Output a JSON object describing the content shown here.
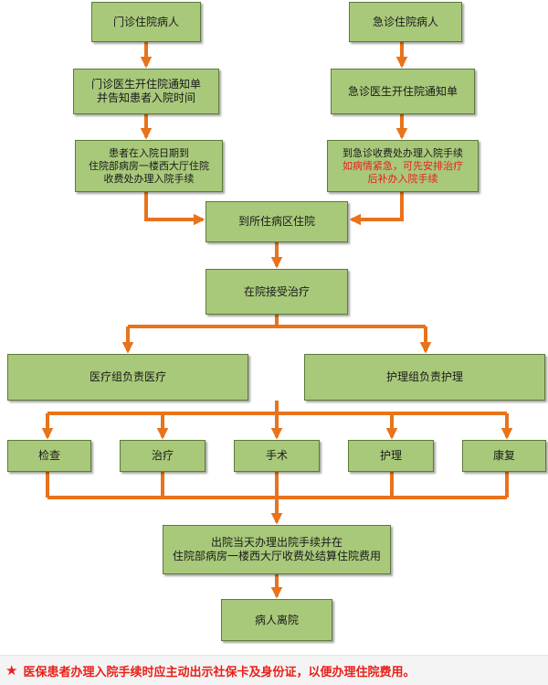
{
  "nodes": {
    "outpatient": [
      "门诊住院病人"
    ],
    "emergency": [
      "急诊住院病人"
    ],
    "outpatient_notice": [
      "门诊医生开住院通知单",
      "并告知患者入院时间"
    ],
    "emergency_notice": [
      "急诊医生开住院通知单"
    ],
    "outpatient_admit": [
      "患者在入院日期到",
      "住院部病房一楼西大厅住院",
      "收费处办理入院手续"
    ],
    "emergency_admit": [
      "到急诊收费处办理入院手续",
      "如病情紧急，可先安排治疗",
      "后补办入院手续"
    ],
    "go_ward": [
      "到所住病区住院"
    ],
    "treatment": [
      "在院接受治疗"
    ],
    "medical_team": [
      "医疗组负责医疗"
    ],
    "nursing_team": [
      "护理组负责护理"
    ],
    "exam": [
      "检查"
    ],
    "cure": [
      "治疗"
    ],
    "surgery": [
      "手术"
    ],
    "nursing": [
      "护理"
    ],
    "rehab": [
      "康复"
    ],
    "discharge_proc": [
      "出院当天办理出院手续并在",
      "住院部病房一楼西大厅收费处结算住院费用"
    ],
    "leave": [
      "病人离院"
    ]
  },
  "footer": {
    "star": "★",
    "note": "医保患者办理入院手续时应主动出示社保卡及身份证，以便办理住院费用。"
  },
  "colors": {
    "box_fill": "#a8c97a",
    "box_border": "#5d7a3a",
    "arrow": "#e8731c",
    "highlight_text": "#e8201a"
  }
}
